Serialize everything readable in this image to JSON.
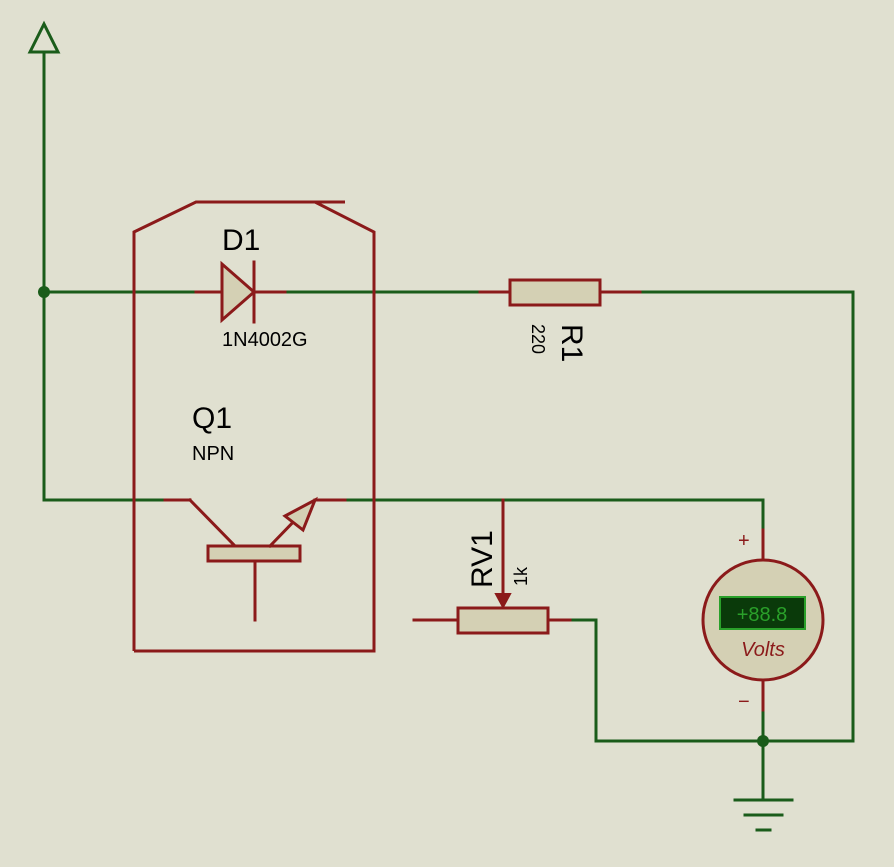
{
  "components": {
    "diode": {
      "ref": "D1",
      "value": "1N4002G"
    },
    "transistor": {
      "ref": "Q1",
      "value": "NPN"
    },
    "resistor": {
      "ref": "R1",
      "value": "220"
    },
    "potentiometer": {
      "ref": "RV1",
      "value": "1k"
    },
    "voltmeter": {
      "display": "+88.8",
      "unit": "Volts",
      "plus_sign": "+",
      "minus_sign": "−"
    }
  },
  "colors": {
    "background": "#e0e0d0",
    "wire": "#1a5c1a",
    "component": "#8b1a1a",
    "component_fill": "#d4d0b4",
    "lcd_background": "#0a3a0a",
    "lcd_text": "#2aa02a"
  }
}
